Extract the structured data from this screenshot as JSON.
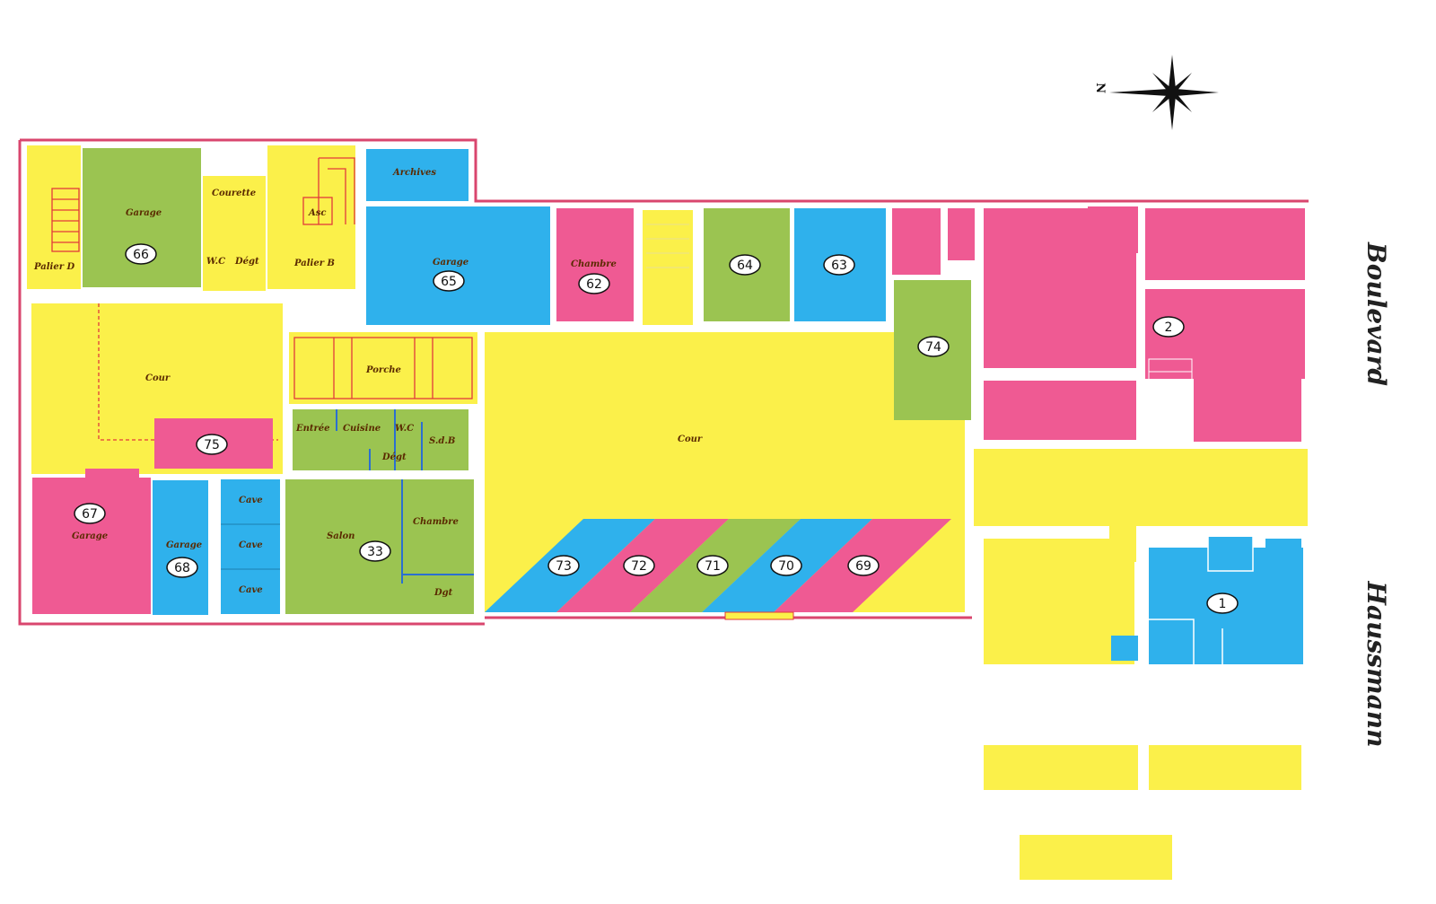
{
  "colors": {
    "yellow": "#fbf04a",
    "green": "#9bc451",
    "blue": "#2fb1ec",
    "pink": "#ef5a93",
    "wall": "#d9466e",
    "dim": "#e23b3b"
  },
  "compass": {
    "letter": "N",
    "icon": "compass-rose-icon"
  },
  "streets": {
    "first": "Boulevard",
    "second": "Haussmann"
  },
  "rooms": {
    "garage_66": "Garage",
    "courette": "Courette",
    "palier_d": "Palier D",
    "palier_b": "Palier B",
    "wc_top": "W.C",
    "dgt_top": "Dégt",
    "asc": "Asc",
    "archives": "Archives",
    "garage_65": "Garage",
    "chambre_62": "Chambre",
    "cour_left": "Cour",
    "porche": "Porche",
    "entree": "Entrée",
    "cuisine": "Cuisine",
    "wc_mid": "W.C",
    "dgt_mid": "Dégt",
    "sdb": "S.d.B",
    "garage_67": "Garage",
    "garage_68": "Garage",
    "cave_1": "Cave",
    "cave_2": "Cave",
    "cave_3": "Cave",
    "salon": "Salon",
    "chambre_33": "Chambre",
    "dgt_low": "Dgt",
    "cour_main": "Cour"
  },
  "lots": {
    "l66": "66",
    "l65": "65",
    "l62": "62",
    "l64": "64",
    "l63": "63",
    "l74": "74",
    "l2": "2",
    "l75": "75",
    "l67": "67",
    "l68": "68",
    "l33": "33",
    "l73": "73",
    "l72": "72",
    "l71": "71",
    "l70": "70",
    "l69": "69",
    "l1": "1"
  }
}
